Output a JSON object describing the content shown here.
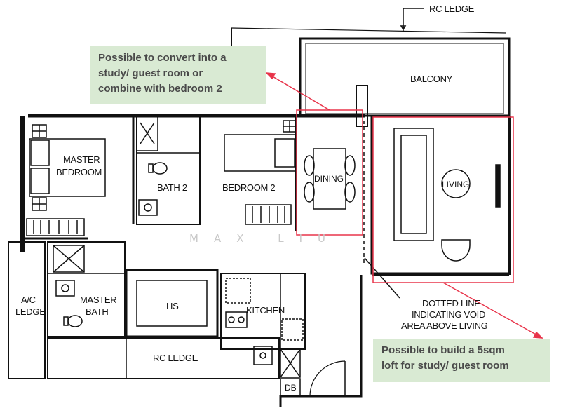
{
  "labels": {
    "rc_ledge_top": "RC LEDGE",
    "balcony": "BALCONY",
    "master_bedroom_1": "MASTER",
    "master_bedroom_2": "BEDROOM",
    "bath2": "BATH 2",
    "bedroom2": "BEDROOM 2",
    "dining": "DINING",
    "living": "LIVING",
    "ac_ledge_1": "A/C",
    "ac_ledge_2": "LEDGE",
    "master_bath_1": "MASTER",
    "master_bath_2": "BATH",
    "hs": "HS",
    "kitchen": "KITCHEN",
    "rc_ledge_bottom": "RC LEDGE",
    "db": "DB",
    "dotted_1": "DOTTED LINE",
    "dotted_2": "INDICATING VOID",
    "dotted_3": "AREA ABOVE LIVING",
    "watermark": "MAX LIU"
  },
  "notes": {
    "convert": {
      "line1": "Possible to convert into a",
      "line2": "study/ guest room or",
      "line3": "combine with bedroom 2"
    },
    "loft": {
      "line1": "Possible to build a 5sqm",
      "line2": "loft for study/ guest room"
    }
  },
  "colors": {
    "note_bg": "#d9ead3",
    "highlight": "#e8344a",
    "wall": "#111111"
  }
}
